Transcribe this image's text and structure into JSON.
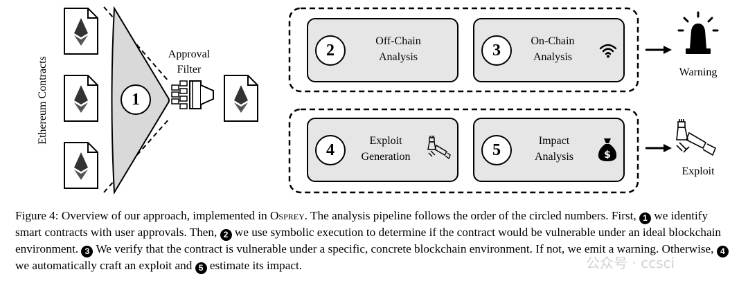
{
  "left": {
    "contracts_label": "Ethereum Contracts",
    "filter_circle": "1",
    "approval_filter_line1": "Approval",
    "approval_filter_line2": "Filter"
  },
  "stages": [
    {
      "num": "2",
      "line1": "Off-Chain",
      "line2": "Analysis",
      "icon": "none"
    },
    {
      "num": "3",
      "line1": "On-Chain",
      "line2": "Analysis",
      "icon": "wifi-icon"
    },
    {
      "num": "4",
      "line1": "Exploit",
      "line2": "Generation",
      "icon": "chess-piece-icon"
    },
    {
      "num": "5",
      "line1": "Impact",
      "line2": "Analysis",
      "icon": "money-bag-icon"
    }
  ],
  "outputs": {
    "warning": "Warning",
    "exploit": "Exploit"
  },
  "caption": {
    "prefix": "Figure 4:  Overview of our approach, implemented in ",
    "tool": "Osprey",
    "part1": ". The analysis pipeline follows the order of the circled numbers. First, ",
    "part2": " we identify smart contracts with user approvals. Then, ",
    "part3": " we use symbolic execution to determine if the contract would be vulnerable under an ideal blockchain environment. ",
    "part4": " We verify that the contract is vulnerable under a specific, concrete blockchain environment. If not, we emit a warning. Otherwise, ",
    "part5": " we automatically craft an exploit and ",
    "part6": " estimate its impact.",
    "dots": [
      "1",
      "2",
      "3",
      "4",
      "5"
    ]
  },
  "watermark": "公众号 · ccsci",
  "colors": {
    "box_fill": "#e6e6e6",
    "stroke": "#000000",
    "watermark": "#c8c8c8"
  }
}
